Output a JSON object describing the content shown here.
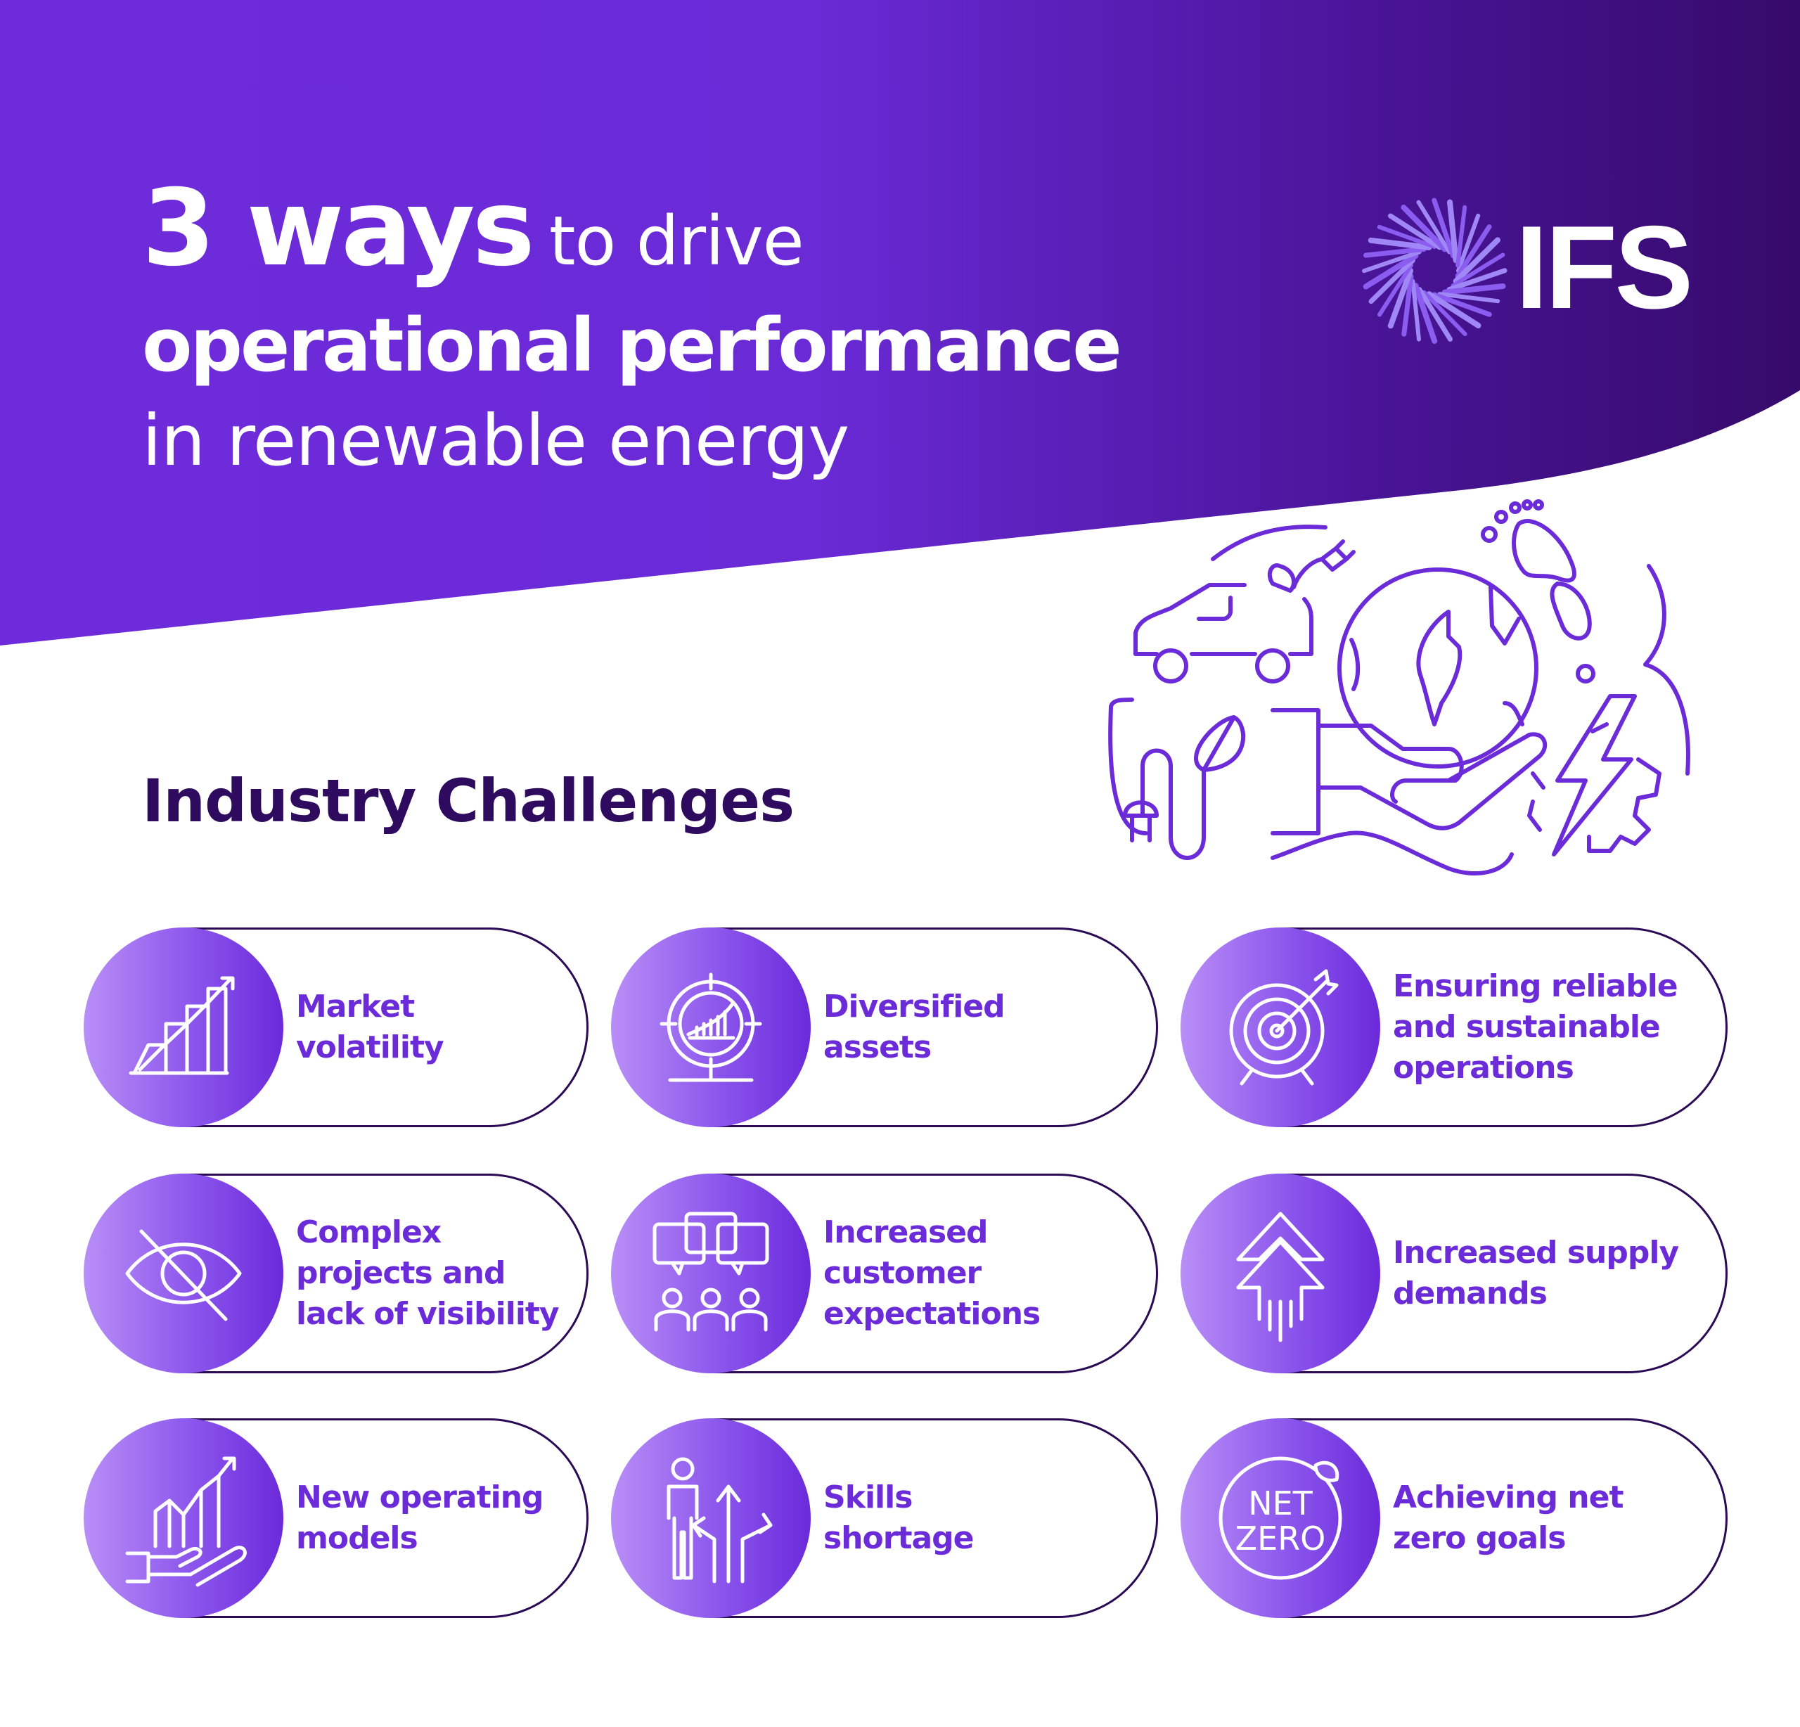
{
  "header": {
    "title_emphasis": "3 ways",
    "title_rest": "to drive",
    "title_line2": "operational performance",
    "title_line3": "in renewable energy",
    "logo_text": "IFS"
  },
  "section": {
    "title": "Industry Challenges"
  },
  "challenges": [
    {
      "lines": [
        "Market",
        "volatility"
      ],
      "icon": "rising-bar-chart-icon"
    },
    {
      "lines": [
        "Diversified",
        "assets"
      ],
      "icon": "target-chart-icon"
    },
    {
      "lines": [
        "Ensuring reliable",
        "and sustainable",
        "operations"
      ],
      "icon": "bullseye-arrow-icon"
    },
    {
      "lines": [
        "Complex",
        "projects and",
        "lack of visibility"
      ],
      "icon": "eye-slash-icon"
    },
    {
      "lines": [
        "Increased",
        "customer",
        "expectations"
      ],
      "icon": "people-chat-icon"
    },
    {
      "lines": [
        "Increased supply",
        "demands"
      ],
      "icon": "up-arrows-icon"
    },
    {
      "lines": [
        "New operating",
        "models"
      ],
      "icon": "hand-growth-chart-icon"
    },
    {
      "lines": [
        "Skills",
        "shortage"
      ],
      "icon": "person-crossroads-icon"
    },
    {
      "lines": [
        "Achieving net",
        "zero goals"
      ],
      "icon": "net-zero-icon",
      "icon_text": [
        "NET",
        "ZERO"
      ]
    }
  ],
  "colors": {
    "brand_purple": "#6E2BDB",
    "dark_purple": "#2E0B5E",
    "text_purple": "#6B2BD9"
  }
}
